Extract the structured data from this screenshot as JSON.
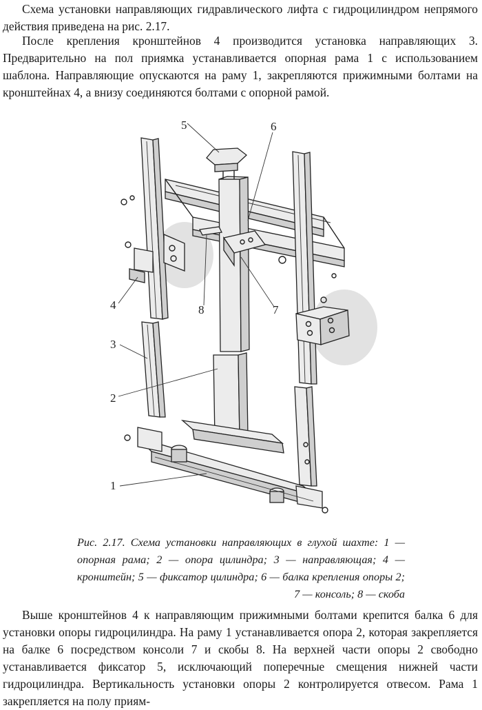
{
  "paragraphs": {
    "intro": "Схема установки направляющих гидравлического лифта с гидроцилиндром непрямого действия приведена на рис. 2.17.",
    "before_figure": "После крепления кронштейнов 4 производится установка направляющих 3. Предварительно на пол приямка устанавливается опорная рама 1 с использованием шаблона. Направляющие опускаются на раму 1, закрепляются прижимными болтами на кронштейнах 4, а внизу соединяются болтами с опорной рамой.",
    "after_figure": "Выше кронштейнов 4 к направляющим прижимными болтами крепится балка 6 для установки опоры гидроцилиндра. На раму 1 устанавливается опора 2, которая закрепляется на балке 6 посредством консоли 7 и скобы 8. На верхней части опоры 2 свободно устанавливается фиксатор 5, исключающий поперечные смещения нижней части гидроцилиндра. Вертикальность установки опоры 2 контролируется отвесом. Рама 1 закрепляется на полу приям-"
  },
  "figure": {
    "labels": {
      "l1": "1",
      "l2": "2",
      "l3": "3",
      "l4": "4",
      "l5": "5",
      "l6": "6",
      "l7": "7",
      "l8": "8"
    },
    "caption": "Рис. 2.17. Схема установки направляющих в глухой шахте: 1 — опорная рама; 2 — опора цилиндра; 3 — направляющая; 4 — кронштейн; 5 — фиксатор цилиндра; 6 — балка крепления опоры 2; 7 — консоль; 8 — скоба"
  }
}
